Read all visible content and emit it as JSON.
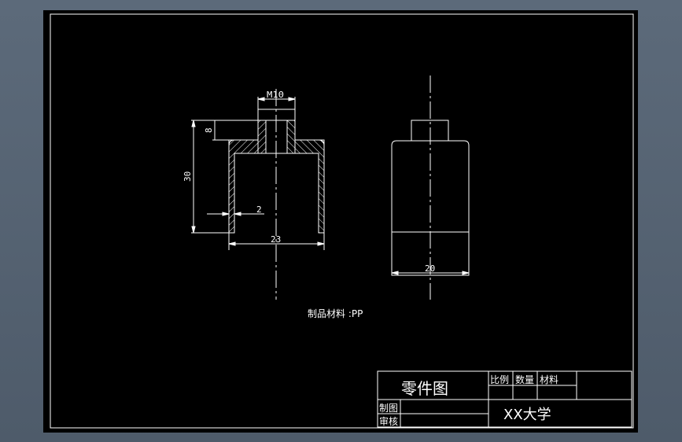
{
  "drawing": {
    "dims": {
      "thread": "M10",
      "height_total": "30",
      "height_top": "8",
      "wall": "2",
      "width_section": "23",
      "width_side": "20"
    },
    "material_note": "制品材料 :PP",
    "title_block": {
      "part_title": "零件图",
      "scale_label": "比例",
      "qty_label": "数量",
      "material_label": "材料",
      "drawn_label": "制图",
      "checked_label": "审核",
      "school": "XX大学"
    }
  },
  "colors": {
    "background": "#000000",
    "line": "#ffffff",
    "workspace": "#566474"
  }
}
